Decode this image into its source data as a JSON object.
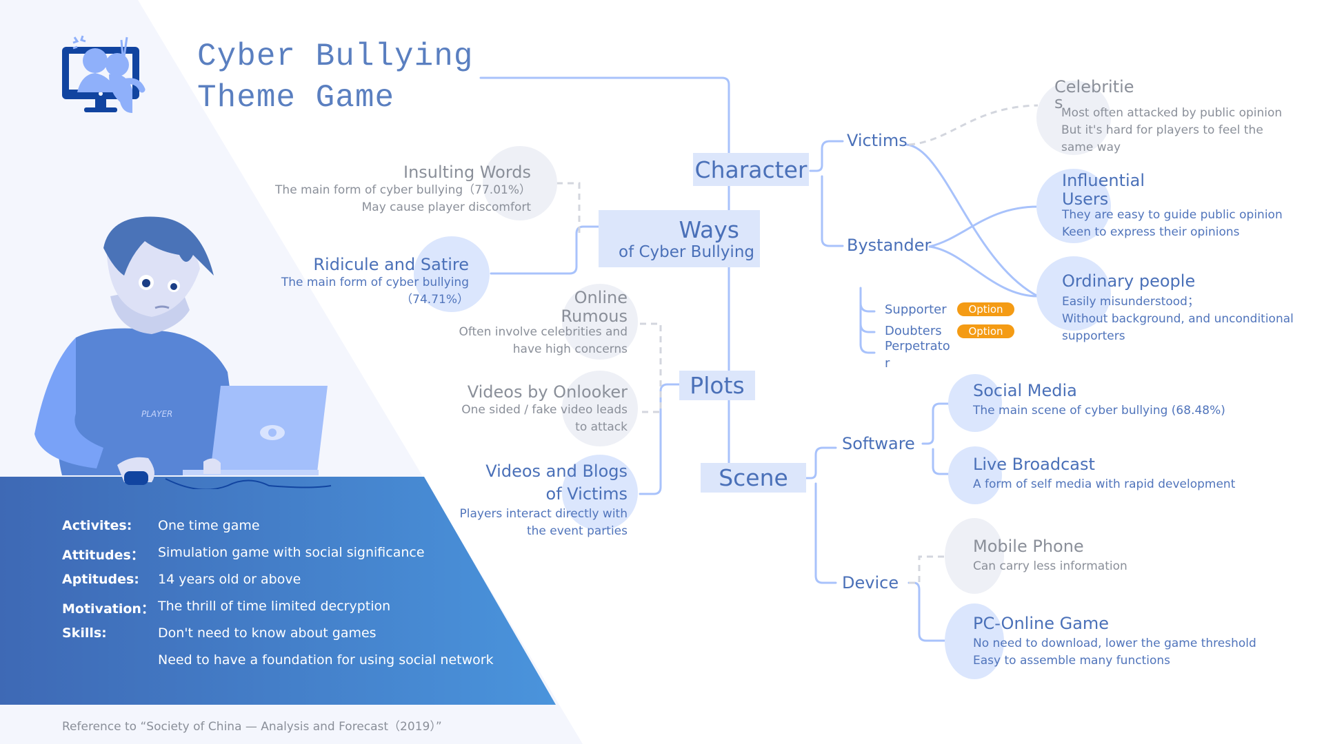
{
  "title": {
    "line1": "Cyber Bullying",
    "line2": "Theme Game"
  },
  "colors": {
    "accent": "#4a70b8",
    "line": "#a8c2fb",
    "box": "#dce6fb",
    "option": "#f49b14",
    "panel_start": "#3e69b5",
    "panel_end": "#4a94dc"
  },
  "center_nodes": {
    "character": "Character",
    "ways_line1": "Ways",
    "ways_line2": "of Cyber Bullying",
    "plots": "Plots",
    "scene": "Scene"
  },
  "ways": [
    {
      "title": "Insulting Words",
      "lines": [
        "The main form of cyber bullying（77.01%）",
        "May cause player discomfort"
      ],
      "style": "inactive"
    },
    {
      "title": "Ridicule and Satire",
      "lines": [
        "The main form of cyber bullying",
        "（74.71%）"
      ],
      "style": "active"
    }
  ],
  "plots": [
    {
      "title_lines": [
        "Online",
        "Rumous"
      ],
      "lines": [
        "Often involve celebrities and",
        "have high concerns"
      ],
      "style": "inactive"
    },
    {
      "title_lines": [
        "Videos by Onlooker"
      ],
      "lines": [
        "One sided / fake video leads",
        "to attack"
      ],
      "style": "inactive"
    },
    {
      "title_lines": [
        "Videos and Blogs",
        "of Victims"
      ],
      "lines": [
        "Players interact directly with",
        "the event parties"
      ],
      "style": "active"
    }
  ],
  "character": {
    "groups": [
      "Victims",
      "Bystander"
    ],
    "types": [
      {
        "title_lines": [
          "Celebritie",
          "s"
        ],
        "lines": [
          "Most often attacked by public opinion",
          "But it's hard for players to feel the",
          "same way"
        ],
        "style": "inactive"
      },
      {
        "title_lines": [
          "Influential",
          "Users"
        ],
        "lines": [
          "They are easy to guide public opinion",
          "Keen to express their opinions"
        ],
        "style": "active"
      },
      {
        "title_lines": [
          "Ordinary people"
        ],
        "lines": [
          "Easily misunderstood；",
          "Without background, and unconditional",
          "supporters"
        ],
        "style": "active"
      }
    ],
    "bystander_roles": [
      {
        "label": "Supporter",
        "badge": "Option"
      },
      {
        "label": "Doubters",
        "badge": "Option"
      },
      {
        "label_lines": [
          "Perpetrato",
          "r"
        ]
      }
    ]
  },
  "scene": {
    "groups": [
      "Software",
      "Device"
    ],
    "items": [
      {
        "title": "Social Media",
        "lines": [
          "The main scene of cyber bullying (68.48%)"
        ],
        "style": "active"
      },
      {
        "title": "Live Broadcast",
        "lines": [
          "A form of self media with rapid development"
        ],
        "style": "active"
      },
      {
        "title": "Mobile Phone",
        "lines": [
          "Can carry less information"
        ],
        "style": "inactive"
      },
      {
        "title": "PC-Online Game",
        "lines": [
          "No need to download, lower the game threshold",
          "Easy to assemble many functions"
        ],
        "style": "active"
      }
    ]
  },
  "player": {
    "shirt_text": "PLAYER",
    "info": [
      {
        "label": "Activites:",
        "value": "One time game"
      },
      {
        "label": "Attitudes：",
        "value": "Simulation game with social significance"
      },
      {
        "label": "Aptitudes:",
        "value": "14 years old or above"
      },
      {
        "label": "Motivation：",
        "value": "The thrill of time limited decryption"
      },
      {
        "label": "Skills:",
        "value": "Don't need to know about games"
      },
      {
        "label": "",
        "value": "Need to have a foundation for using social network"
      }
    ]
  },
  "reference": "Reference to “Society of China — Analysis and Forecast（2019）”"
}
